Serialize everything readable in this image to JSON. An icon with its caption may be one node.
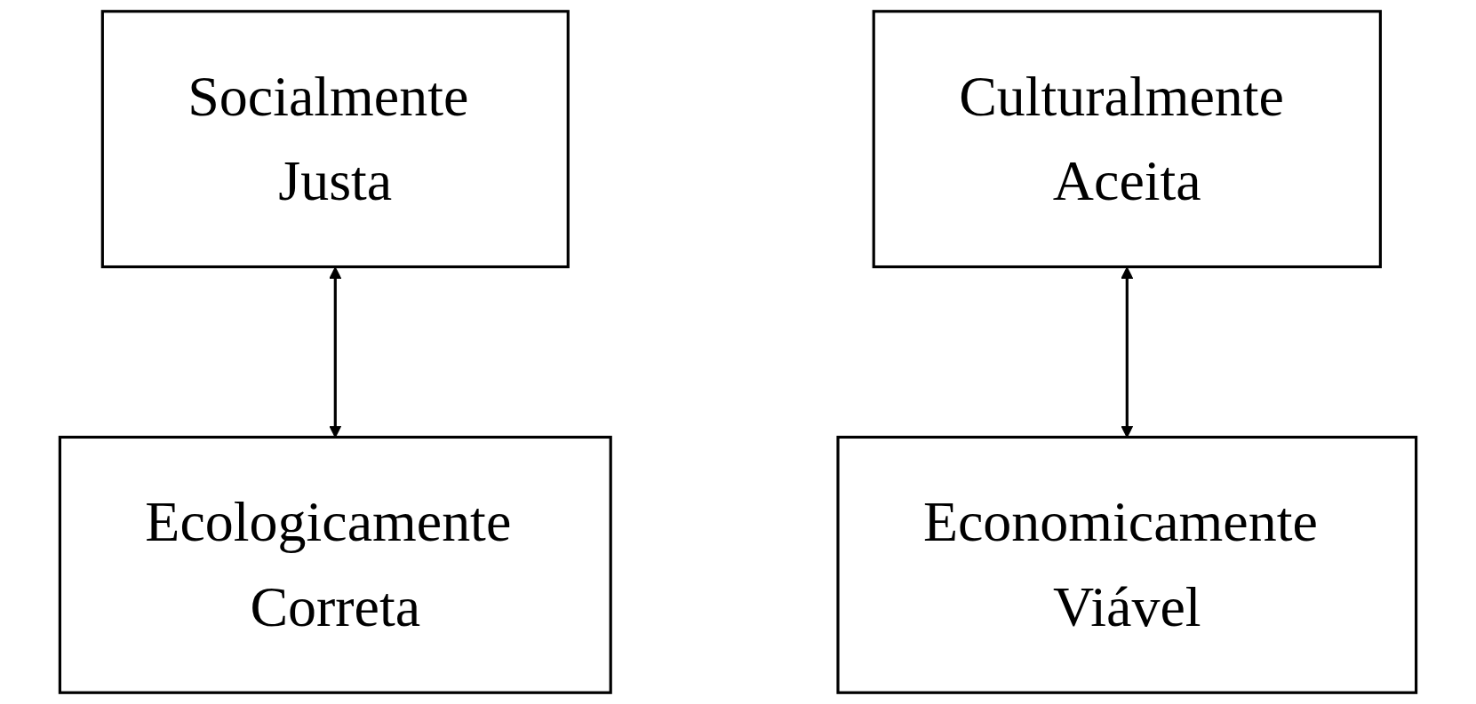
{
  "diagram": {
    "nodes": [
      {
        "text": [
          "Socialmente Justa"
        ]
      },
      {
        "text": [
          "Culturalmente Aceita"
        ]
      },
      {
        "text": [
          "Economicamente Viável"
        ]
      },
      {
        "text": [
          "Ecologicamente Correta"
        ]
      }
    ],
    "edges": [
      {
        "from": 0,
        "to": 3,
        "arrow": "both"
      },
      {
        "from": 1,
        "to": 2,
        "arrow": "both"
      }
    ]
  }
}
